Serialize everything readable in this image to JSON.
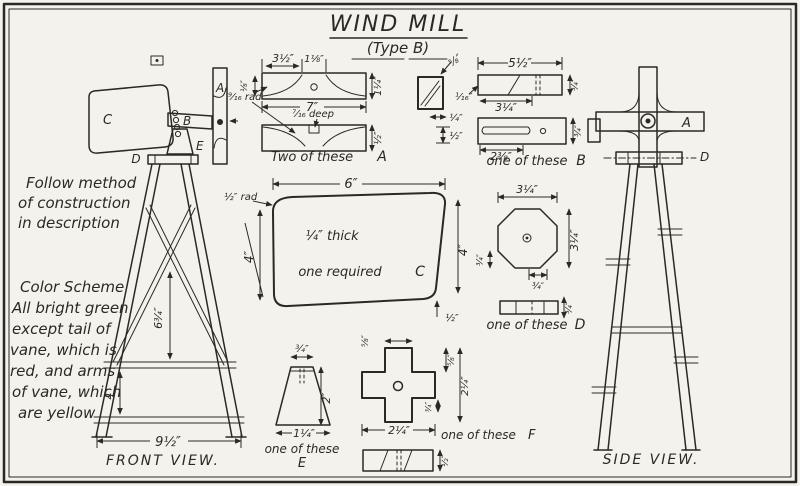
{
  "colors": {
    "paper": "#f4f2ec",
    "ink": "#2a2923"
  },
  "title": {
    "main": "WIND MILL",
    "sub": "(Type B)"
  },
  "notes": {
    "method": [
      "Follow method",
      "of construction",
      "in description"
    ],
    "color_scheme": [
      "Color Scheme",
      "All bright green",
      "except tail of",
      "vane, which is",
      "red, and arms",
      "of vane, which",
      "are yellow"
    ]
  },
  "front_view": {
    "label": "FRONT VIEW.",
    "letters": {
      "a": "A",
      "b": "B",
      "c": "C",
      "d": "D",
      "e": "E"
    },
    "dims": {
      "base": "9½″",
      "upper": "6¾″",
      "lower": "4″"
    }
  },
  "side_view": {
    "label": "SIDE VIEW.",
    "letters": {
      "a": "A",
      "d": "D"
    }
  },
  "part_a": {
    "caption": "Two of these",
    "letter": "A",
    "dims": {
      "seg": "3½″",
      "hub": "1⅛″",
      "length": "7″",
      "tip": "⅛″",
      "width": "1¼″",
      "thickness": "½″",
      "radius": "⁹⁄₁₆ rad",
      "notch": "⁷⁄₁₆ deep"
    }
  },
  "detail_square": {
    "dims": {
      "square": "⅝″",
      "sixteenth": "¹⁄₁₆″",
      "quarter": "¼″",
      "half": "½″"
    }
  },
  "part_b": {
    "caption": "one of these",
    "letter": "B",
    "dims": {
      "length": "5½″",
      "sub": "3¼″",
      "width_top": "¾″",
      "width_bottom": "¾″",
      "slot": "2⅜″"
    }
  },
  "part_c": {
    "caption": "one required",
    "letter": "C",
    "thick": "¼″ thick",
    "dims": {
      "top": "6″",
      "left": "4″",
      "right": "4″",
      "radius": "½″ rad",
      "bottom": "½″"
    }
  },
  "part_d": {
    "caption": "one of these",
    "letter": "D",
    "dims": {
      "width": "3¼″",
      "height": "3¼″",
      "corner_left": "¾″",
      "corner_bottom": "¾″",
      "thickness": "¾″"
    }
  },
  "part_e": {
    "caption": "one of these",
    "letter": "E",
    "dims": {
      "top": "¾″",
      "height": "2″",
      "bottom": "1¼″"
    }
  },
  "part_f": {
    "caption": "one of these",
    "letter": "F",
    "dims": {
      "arm_top": "⅝″",
      "arm_right": "⅝″",
      "overall_right": "2¼″",
      "small": "¾″",
      "overall_bottom": "2¼″",
      "thickness": "½″"
    }
  }
}
